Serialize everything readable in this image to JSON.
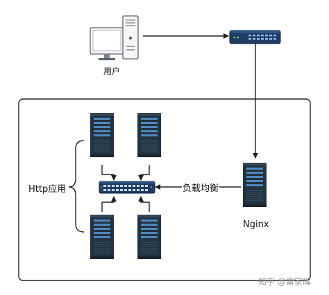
{
  "labels": {
    "user": "用户",
    "http_app": "Http应用",
    "load_balance": "负载均衡",
    "nginx": "Nginx"
  },
  "watermark": "知乎 @雷家辉",
  "colors": {
    "line": "#222222",
    "server_body": "#22323f",
    "server_panel": "#4f87bd",
    "switch_body": "#1f3c63",
    "frame": "#222222"
  },
  "icons": {
    "user": "desktop-computer-icon",
    "router": "network-router-icon",
    "servers": "server-tower-icon",
    "switch": "network-switch-icon"
  }
}
